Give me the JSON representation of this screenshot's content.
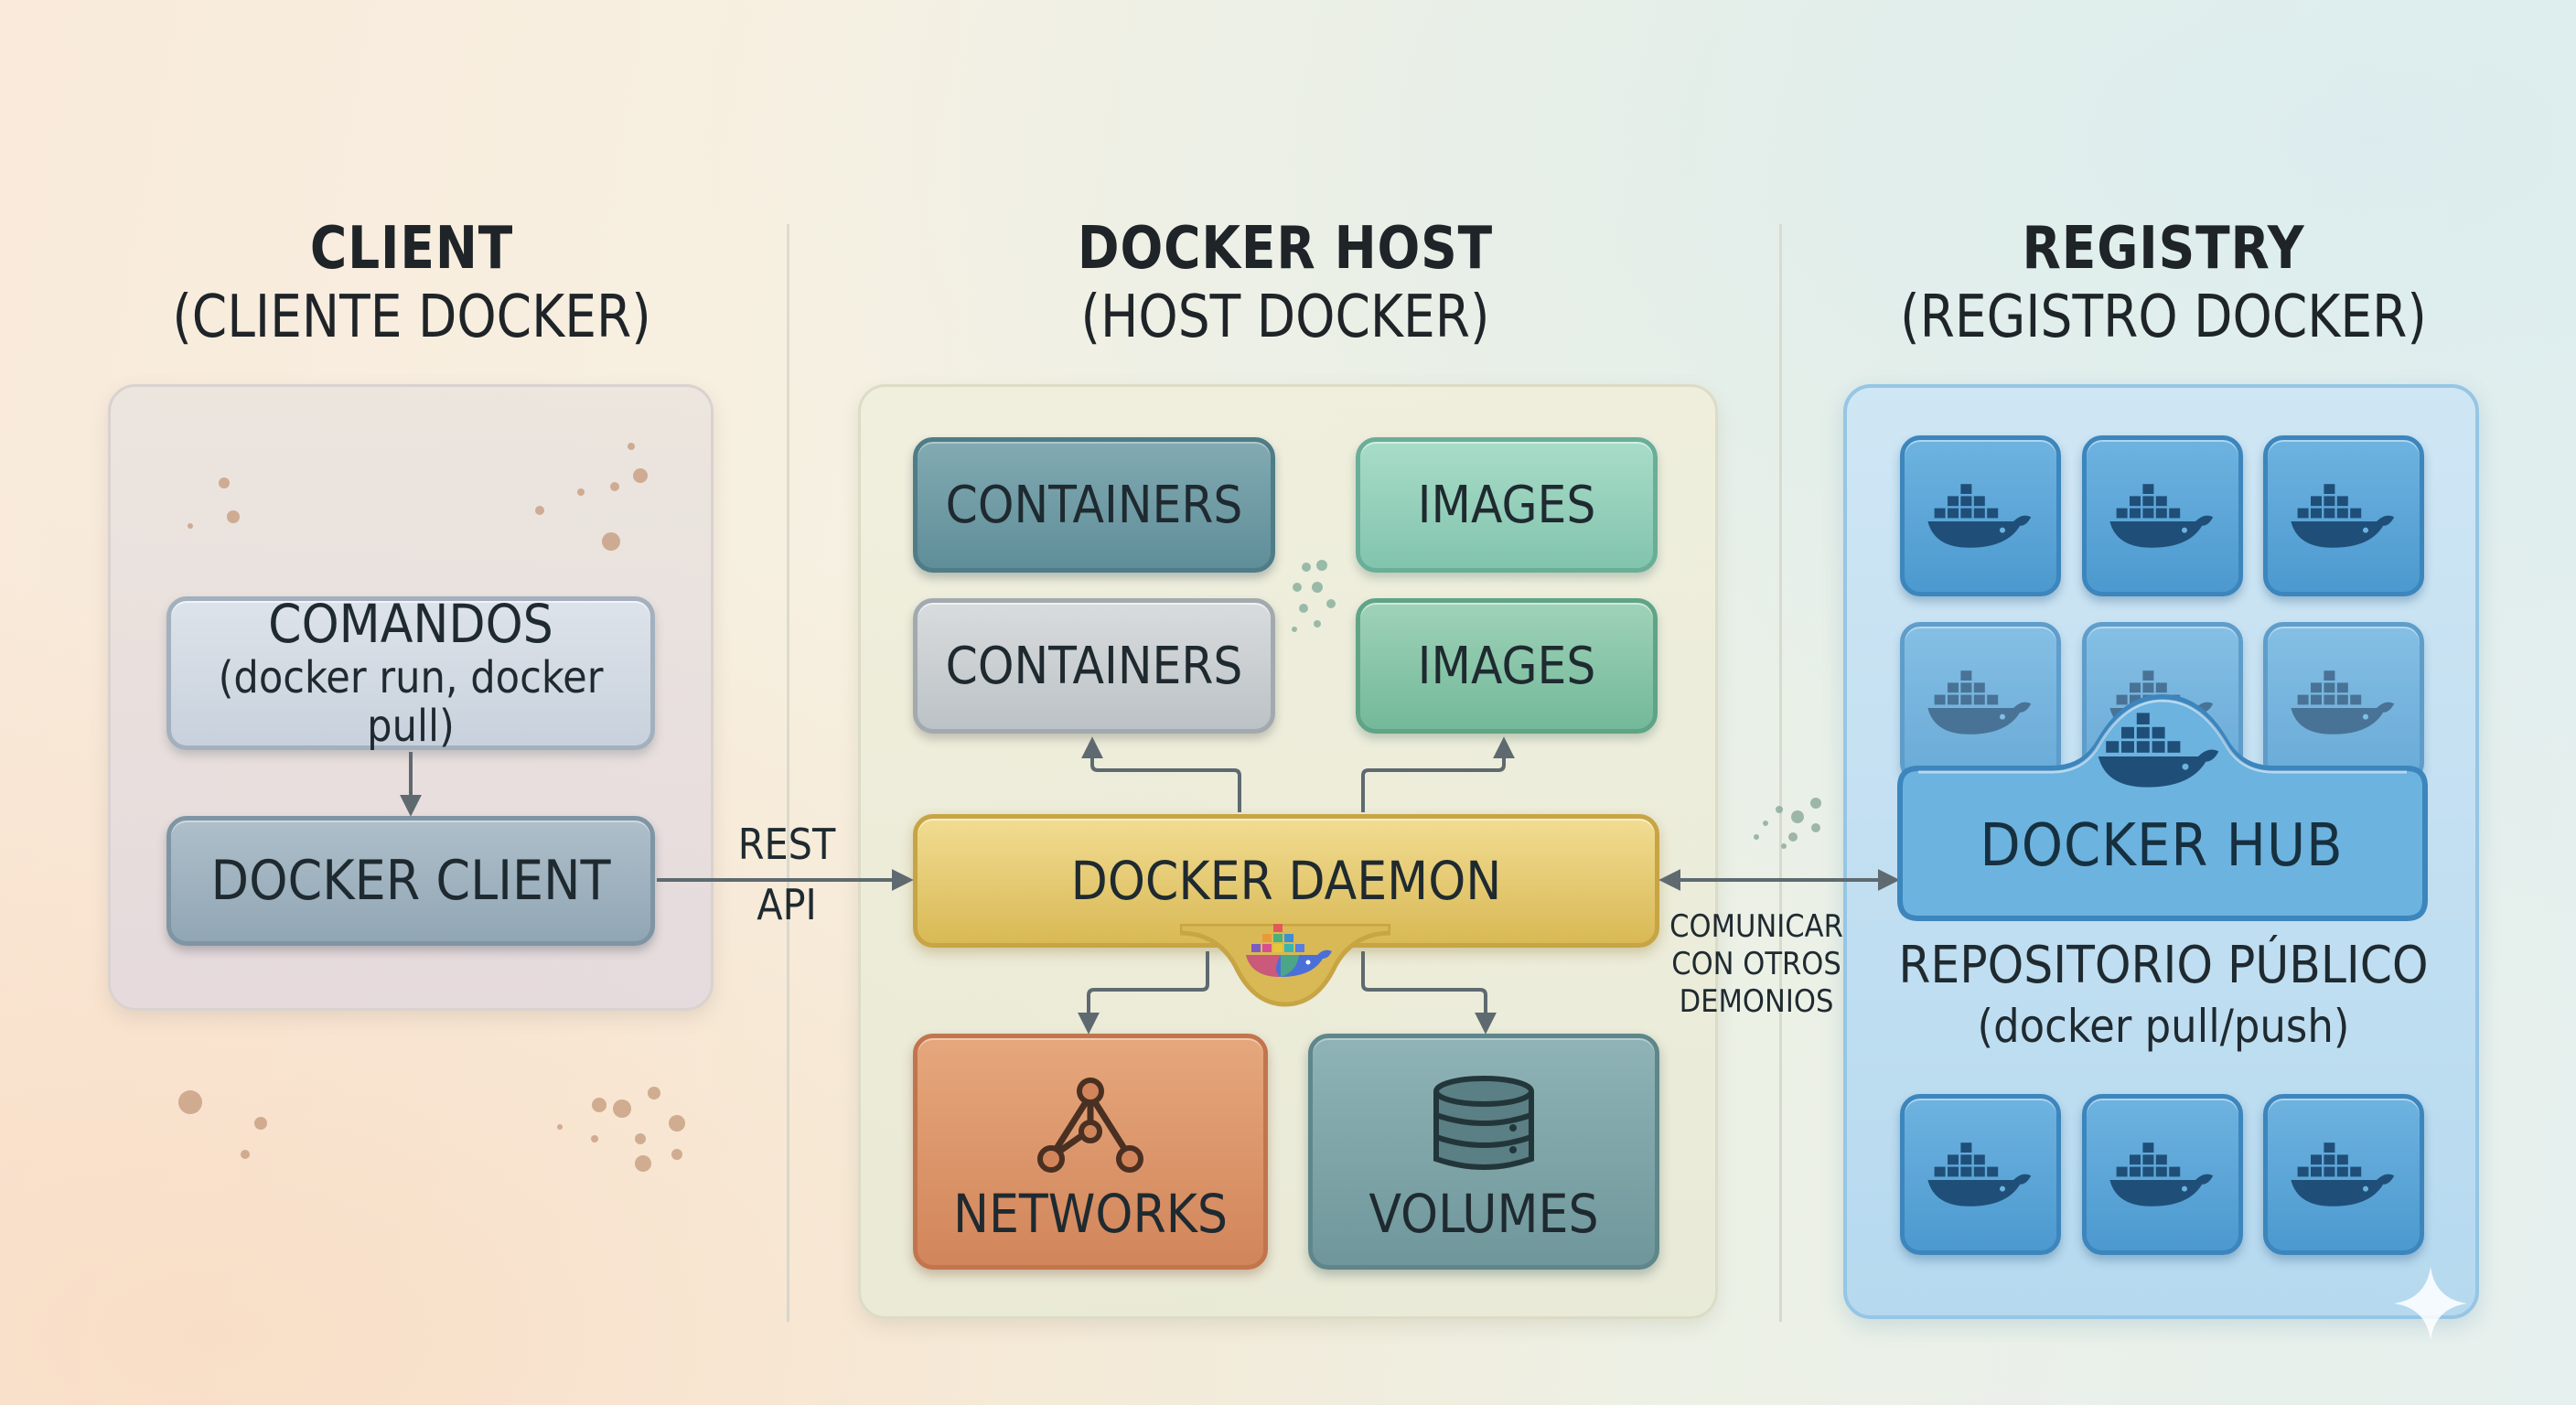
{
  "columns": {
    "client": {
      "title": "CLIENT",
      "subtitle": "(CLIENTE DOCKER)"
    },
    "host": {
      "title": "DOCKER HOST",
      "subtitle": "(HOST DOCKER)"
    },
    "registry": {
      "title": "REGISTRY",
      "subtitle": "(REGISTRO DOCKER)"
    }
  },
  "client": {
    "commands_title": "COMANDOS",
    "commands_detail": "(docker run, docker pull)",
    "docker_client": "DOCKER CLIENT"
  },
  "connection": {
    "rest_line1": "REST",
    "rest_line2": "API",
    "communicate_line1": "COMUNICAR",
    "communicate_line2": "CON OTROS",
    "communicate_line3": "DEMONIOS"
  },
  "host": {
    "containers_1": "CONTAINERS",
    "containers_2": "CONTAINERS",
    "images_1": "IMAGES",
    "images_2": "IMAGES",
    "daemon": "DOCKER DAEMON",
    "networks": "NETWORKS",
    "volumes": "VOLUMES"
  },
  "registry": {
    "hub": "DOCKER HUB",
    "public_repo": "REPOSITORIO PÚBLICO",
    "pull_push": "(docker pull/push)"
  },
  "icons": {
    "tile": "docker-whale-icon",
    "network": "network-graph-icon",
    "volume": "database-icon",
    "daemon": "docker-whale-color-icon"
  },
  "colors": {
    "docker_blue": "#4c99cf",
    "daemon_gold": "#d9b955",
    "networks_orange": "#d2855a",
    "volumes_teal": "#6f979b",
    "containers_teal": "#5f8e99",
    "images_green": "#82c4ae"
  }
}
